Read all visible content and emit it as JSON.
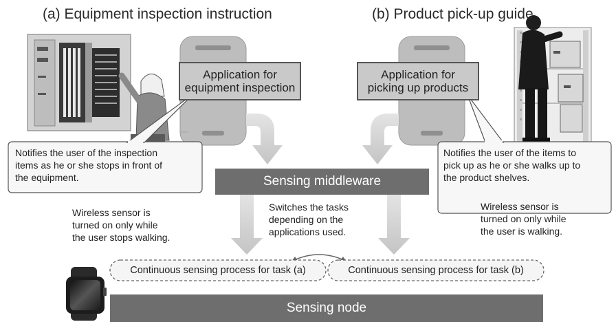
{
  "panels": {
    "a": {
      "title": "(a) Equipment inspection instruction",
      "app_line1": "Application for",
      "app_line2": "equipment inspection",
      "callout_line1": "Notifies the user of the inspection",
      "callout_line2": "items as he or she stops in front of",
      "callout_line3": "the equipment."
    },
    "b": {
      "title": "(b) Product pick-up guide",
      "app_line1": "Application for",
      "app_line2": "picking up products",
      "callout_line1": "Notifies the user of the items to",
      "callout_line2": "pick up as he or she walks up to",
      "callout_line3": "the product shelves."
    }
  },
  "middleware": {
    "label": "Sensing middleware"
  },
  "notes": {
    "left": [
      "Wireless sensor is",
      "turned on only while",
      "the user stops walking."
    ],
    "center": [
      "Switches the tasks",
      "depending on the",
      "applications used."
    ],
    "right": [
      "Wireless sensor is",
      "turned on only while",
      "the user is walking."
    ]
  },
  "process": {
    "a": "Continuous sensing process for task (a)",
    "b": "Continuous sensing process for task (b)"
  },
  "node": {
    "label": "Sensing node"
  },
  "icons": {
    "left_image": "worker-inspecting-equipment-icon",
    "right_image": "worker-picking-shelves-icon",
    "phone": "smartphone-icon",
    "watch": "smartwatch-icon",
    "arrow": "down-arrow-icon"
  }
}
